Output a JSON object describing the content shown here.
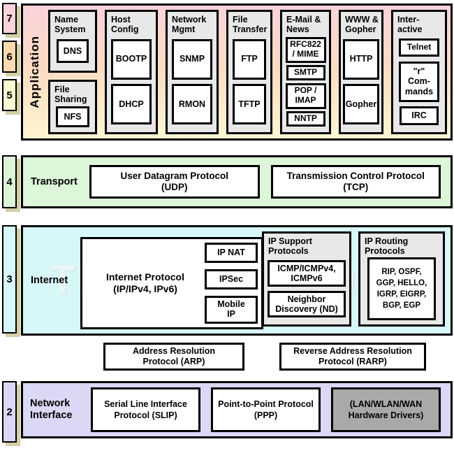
{
  "watermark": "The TCP/IP Guide",
  "colors": {
    "layer7_badge": "#fad3da",
    "layer6_badge": "#fcd9ae",
    "layer5_badge": "#fdf9d2",
    "layer4_badge": "#ddf5d8",
    "layer3_badge": "#d7f7f8",
    "layer2_badge": "#dad8f4",
    "application_gradient_top": "#fad3da",
    "application_gradient_bottom": "#fdf6d2",
    "group_background": "#e9e8e8",
    "hardware_box": "#a9a9a9",
    "badge_shadow": "#d3cfa6",
    "border": "#000000"
  },
  "layer_numbers": {
    "n7": "7",
    "n6": "6",
    "n5": "5",
    "n4": "4",
    "n3": "3",
    "n2": "2"
  },
  "layers": {
    "app": {
      "label": "Application",
      "groups": [
        {
          "title": "Name\nSystem",
          "protocols": [
            "DNS"
          ]
        },
        {
          "title": "File\nSharing",
          "protocols": [
            "NFS"
          ]
        },
        {
          "title": "Host\nConfig",
          "protocols": [
            "BOOTP",
            "DHCP"
          ]
        },
        {
          "title": "Network\nMgmt",
          "protocols": [
            "SNMP",
            "RMON"
          ]
        },
        {
          "title": "File\nTransfer",
          "protocols": [
            "FTP",
            "TFTP"
          ]
        },
        {
          "title": "E-Mail &\nNews",
          "protocols": [
            "RFC822\n/ MIME",
            "SMTP",
            "POP /\nIMAP",
            "NNTP"
          ]
        },
        {
          "title": "WWW &\nGopher",
          "protocols": [
            "HTTP",
            "Gopher"
          ]
        },
        {
          "title": "Inter-\nactive",
          "protocols": [
            "Telnet",
            "\"r\"\nCom-\nmands",
            "IRC"
          ]
        }
      ]
    },
    "transport": {
      "label": "Transport",
      "protocols": [
        "User Datagram Protocol\n(UDP)",
        "Transmission Control Protocol\n(TCP)"
      ]
    },
    "internet": {
      "label": "Internet",
      "ip": {
        "title": "Internet Protocol\n(IP/IPv4, IPv6)",
        "sub": [
          "IP NAT",
          "IPSec",
          "Mobile\nIP"
        ]
      },
      "support": {
        "title": "IP Support\nProtocols",
        "protocols": [
          "ICMP/ICMPv4,\nICMPv6",
          "Neighbor\nDiscovery (ND)"
        ]
      },
      "routing": {
        "title": "IP Routing\nProtocols",
        "protocols": [
          "RIP, OSPF,\nGGP, HELLO,\nIGRP, EIGRP,\nBGP, EGP"
        ]
      }
    },
    "link": {
      "arp": "Address Resolution\nProtocol (ARP)",
      "rarp": "Reverse Address Resolution\nProtocol (RARP)"
    },
    "ni": {
      "label": "Network\nInterface",
      "protocols": [
        "Serial Line Interface\nProtocol (SLIP)",
        "Point-to-Point Protocol\n(PPP)"
      ],
      "hardware": "(LAN/WLAN/WAN\nHardware Drivers)"
    }
  }
}
